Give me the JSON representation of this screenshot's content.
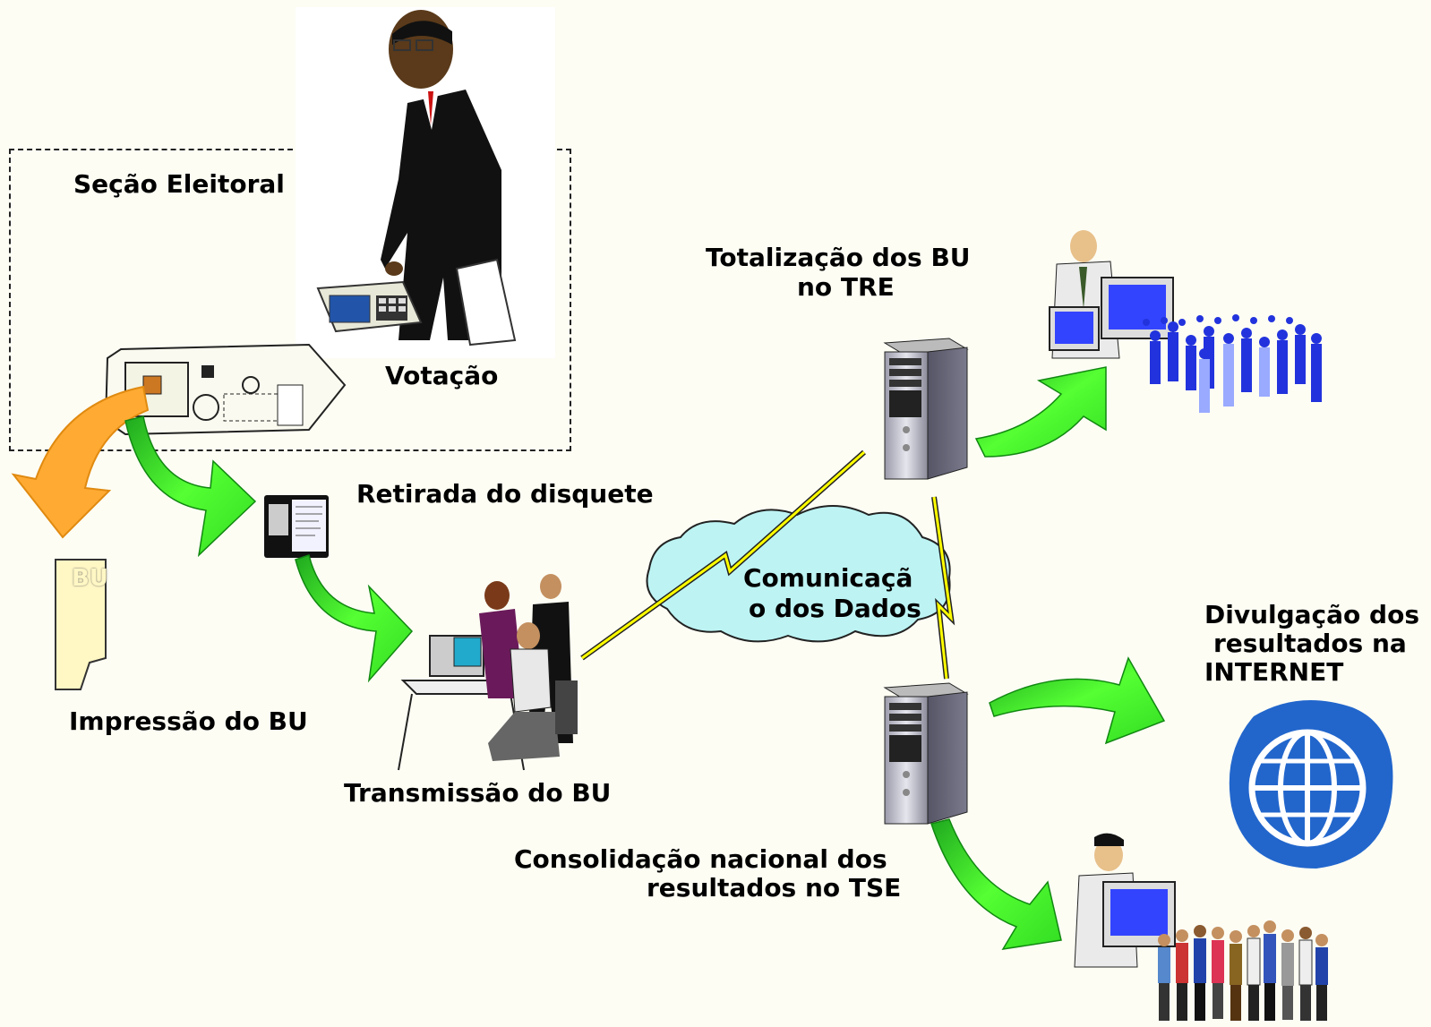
{
  "labels": {
    "secao": "Seção Eleitoral",
    "votacao": "Votação",
    "retirada": "Retirada do disquete",
    "impressao": "Impressão do BU",
    "transmissao": "Transmissão do BU",
    "comunicacao_1": "Comunicaçã",
    "comunicacao_2": "o dos Dados",
    "totalizacao_1": "Totalização dos BU",
    "totalizacao_2": "no TRE",
    "divulgacao_1": "Divulgação dos",
    "divulgacao_2": "resultados na",
    "divulgacao_3": "INTERNET",
    "consolidacao_1": "Consolidação nacional dos",
    "consolidacao_2": "resultados no TSE",
    "bu_doc": "BU"
  },
  "colors": {
    "background": "#fdfdf4",
    "green_arrow": "#44ee22",
    "orange_arrow": "#ffaa33",
    "cloud": "#bdf3f3",
    "lightning": "#ffff00",
    "globe": "#2266cc",
    "server": "#c8c8d6",
    "monitor_screen": "#3344ff",
    "crowd_blue": "#2233dd"
  }
}
